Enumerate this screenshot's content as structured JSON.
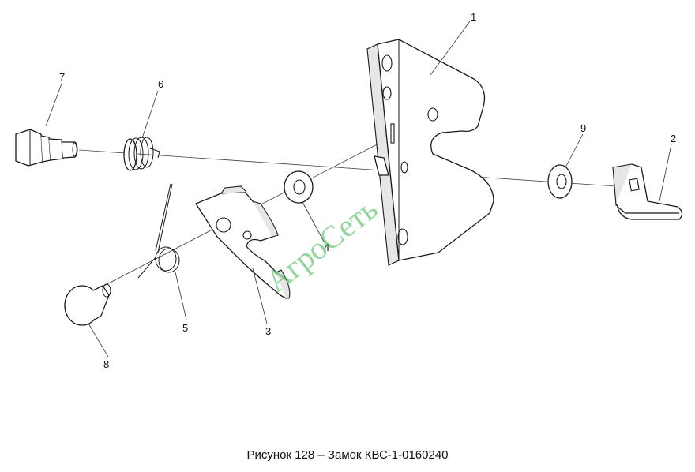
{
  "callouts": {
    "c1": "1",
    "c2": "2",
    "c3": "3",
    "c4": "4",
    "c5": "5",
    "c6": "6",
    "c7": "7",
    "c8": "8",
    "c9": "9"
  },
  "watermark": "АгроСеть",
  "watermark_color": "#39b54a",
  "caption": "Рисунок 128 – Замок КВС-1-0160240"
}
